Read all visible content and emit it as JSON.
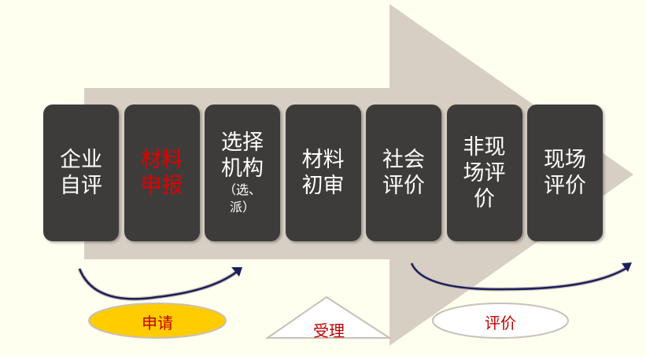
{
  "steps": [
    {
      "lines": [
        "企业",
        "自评"
      ],
      "color": "#ffffff"
    },
    {
      "lines": [
        "材料",
        "申报"
      ],
      "color": "#e00000"
    },
    {
      "lines": [
        "选择",
        "机构"
      ],
      "note": [
        "（选、",
        "派）"
      ],
      "color": "#ffffff"
    },
    {
      "lines": [
        "材料",
        "初审"
      ],
      "color": "#ffffff"
    },
    {
      "lines": [
        "社会",
        "评价"
      ],
      "color": "#ffffff"
    },
    {
      "lines": [
        "非现",
        "场评",
        "价"
      ],
      "color": "#ffffff"
    },
    {
      "lines": [
        "现场",
        "评价"
      ],
      "color": "#ffffff"
    }
  ],
  "phases": {
    "apply": "申请",
    "accept": "受理",
    "evaluate": "评价"
  },
  "colors": {
    "background": "#fffff0",
    "arrow": "#d8cfc4",
    "box": "#3e3c3b",
    "label": "#c00000",
    "apply_fill": "#ffcc00"
  }
}
